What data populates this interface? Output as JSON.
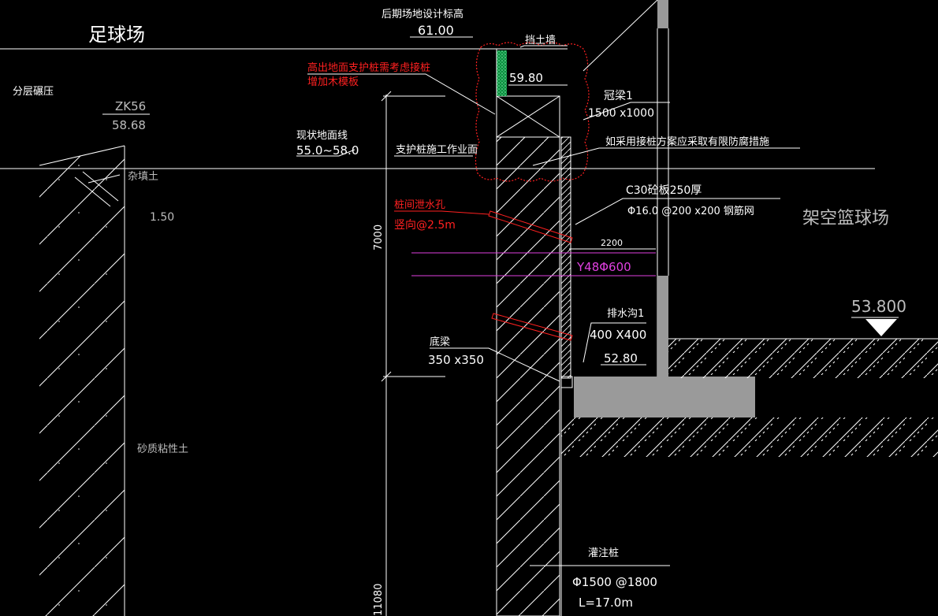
{
  "labels": {
    "football_field": "足球场",
    "later_design_elev_label": "后期场地设计标高",
    "later_design_elev_value": "61.00",
    "retaining_wall": "挡土墙",
    "pile_note_line1": "高出地面支护桩需考虑接桩",
    "pile_note_line2": "增加木模板",
    "elev_59_80": "59.80",
    "crown_beam_name": "冠梁1",
    "crown_beam_size": "1500 x1000",
    "layered_compaction": "分层碾压",
    "borehole_id": "ZK56",
    "borehole_elev": "58.68",
    "existing_ground_label": "现状地面线",
    "existing_ground_range": "55.0~58.0",
    "pile_work_surface": "支护桩施工作业面",
    "anticorrosion_note": "如采用接桩方案应采取有限防腐措施",
    "fill_soil": "杂填土",
    "slope_ratio": "1.50",
    "slab_spec": "C30砼板250厚",
    "mesh_spec": "Φ16.0 @200 x200 钢筋网",
    "elevated_court": "架空篮球场",
    "drain_hole_line1": "桩间泄水孔",
    "drain_hole_line2": "竖向@2.5m",
    "dim_2200": "2200",
    "anchor_spec": "Y48Φ600",
    "dim_7000": "7000",
    "elev_53_800": "53.800",
    "drain_ditch_name": "排水沟1",
    "drain_ditch_size": "400 X400",
    "bottom_beam_name": "底梁",
    "bottom_beam_size": "350 x350",
    "elev_52_80": "52.80",
    "sandy_clay": "砂质粘性土",
    "bored_pile": "灌注桩",
    "pile_spec": "Φ1500 @1800",
    "pile_length": "L=17.0m",
    "dim_11080": "11080"
  },
  "colors": {
    "background": "#000000",
    "line": "#ffffff",
    "note": "#ff2020",
    "anchor": "#e040e0",
    "concrete": "#9a9a9a",
    "green_wall": "#20c060"
  }
}
